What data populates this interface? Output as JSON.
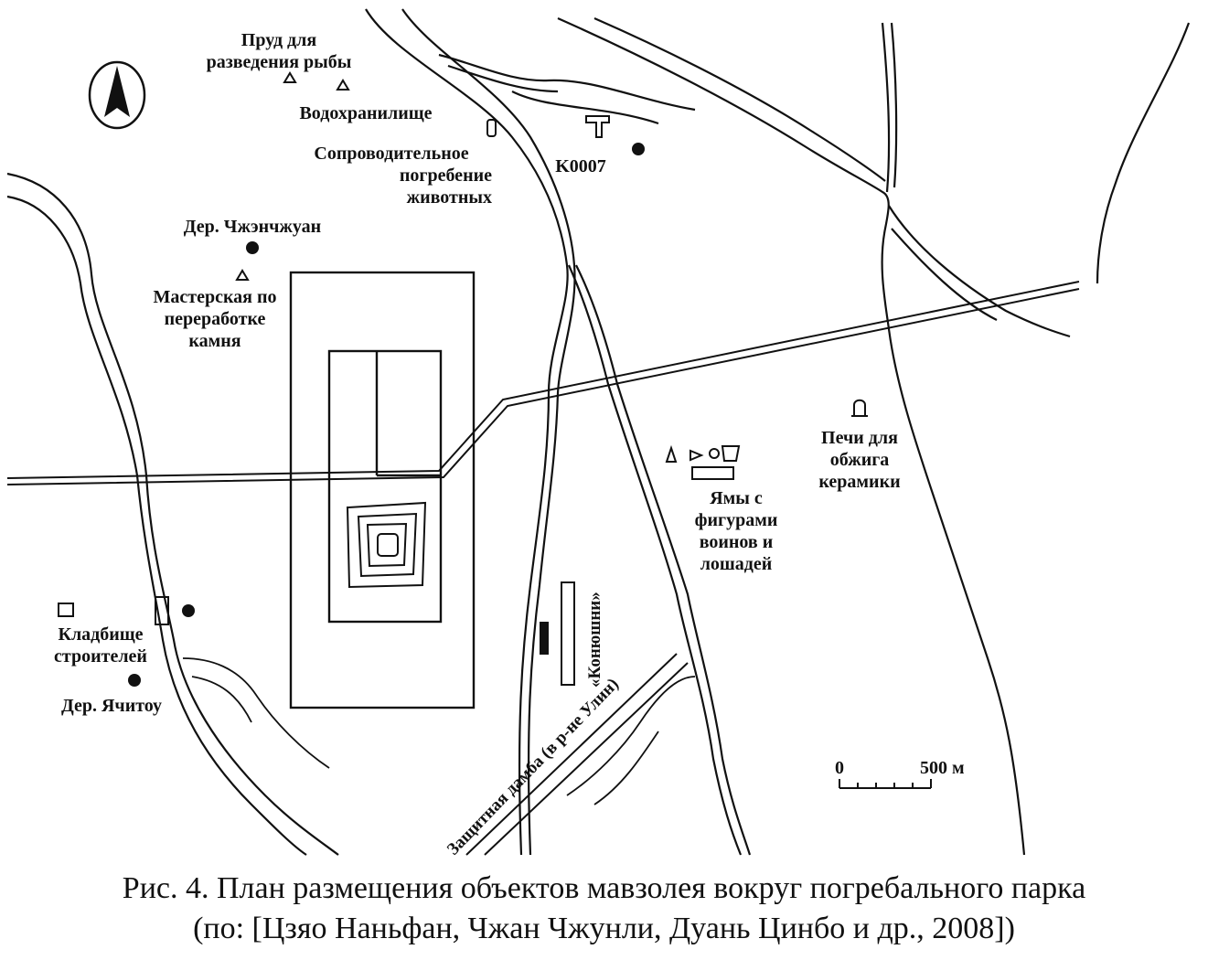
{
  "labels": {
    "pond": [
      "Пруд для",
      "разведения рыбы"
    ],
    "reservoir": "Водохранилище",
    "animal_burial": [
      "Сопроводительное",
      "погребение",
      "животных"
    ],
    "site_code": "K0007",
    "village_zhenzhuang": "Дер. Чжэнчжуан",
    "workshop": [
      "Мастерская по",
      "переработке",
      "камня"
    ],
    "kilns": [
      "Печи для",
      "обжига",
      "керамики"
    ],
    "pits": [
      "Ямы с",
      "фигурами",
      "воинов и",
      "лошадей"
    ],
    "stables": "«Конюшни»",
    "cemetery": [
      "Кладбище",
      "строителей"
    ],
    "village_yaochitou": "Дер. Ячитоу",
    "dam": "Защитная дамба (в р-не Улин)"
  },
  "scale": {
    "start": "0",
    "end": "500 м"
  },
  "caption": {
    "line1": "Рис. 4. План размещения объектов мавзолея вокруг погребального парка",
    "line2": "(по: [Цзяо Наньфан, Чжан Чжунли, Дуань Цинбо и др., 2008])"
  },
  "icons": [
    "north-arrow-icon",
    "triangle-marker-icon",
    "dot-marker-icon",
    "kiln-icon"
  ],
  "colors": {
    "ink": "#111111",
    "paper": "#ffffff"
  }
}
